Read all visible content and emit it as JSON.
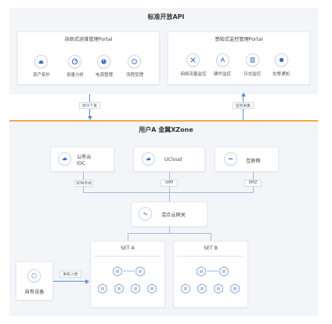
{
  "top": {
    "title": "标准开放API",
    "left_portal": {
      "title": "自助式运维管理Portal",
      "items": [
        "资产拓扑",
        "容量分析",
        "电源管理",
        "流程受理"
      ]
    },
    "right_portal": {
      "title": "感知式监控管理Portal",
      "items": [
        "网络流量监控",
        "硬件监控",
        "日志监控",
        "告警通知"
      ]
    }
  },
  "connectors": {
    "down_label": "指令下发",
    "up_label": "监控采集"
  },
  "zone": {
    "title": "用户A 金翼XZone",
    "clouds": [
      {
        "name": "公有云\nIDC",
        "icon": "cloud-icon"
      },
      {
        "name": "UCloud",
        "icon": "ucloud-logo-icon"
      },
      {
        "name": "互联网",
        "icon": "internet-icon"
      }
    ],
    "links": [
      "SDN专线",
      "UMP",
      "DMZ"
    ],
    "gateway": "混合云网关",
    "set_a": "SET A",
    "set_b": "SET B",
    "own_device": "自有设备",
    "access_label": "单机入柜"
  },
  "colors": {
    "accent_blue": "#5b8fd6",
    "divider_orange": "#f5a84a",
    "panel_bg": "#f3f5f9"
  }
}
